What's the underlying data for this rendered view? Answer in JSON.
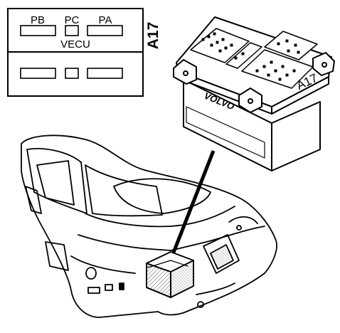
{
  "schematic": {
    "top_labels": [
      "PB",
      "PC",
      "PA"
    ],
    "unit_label": "VECU"
  },
  "component_id": "A17",
  "unit_brand": "VOLVO",
  "unit_tag": "A17",
  "colors": {
    "line": "#000000",
    "background": "#ffffff",
    "shade": "#bbbbbb"
  }
}
